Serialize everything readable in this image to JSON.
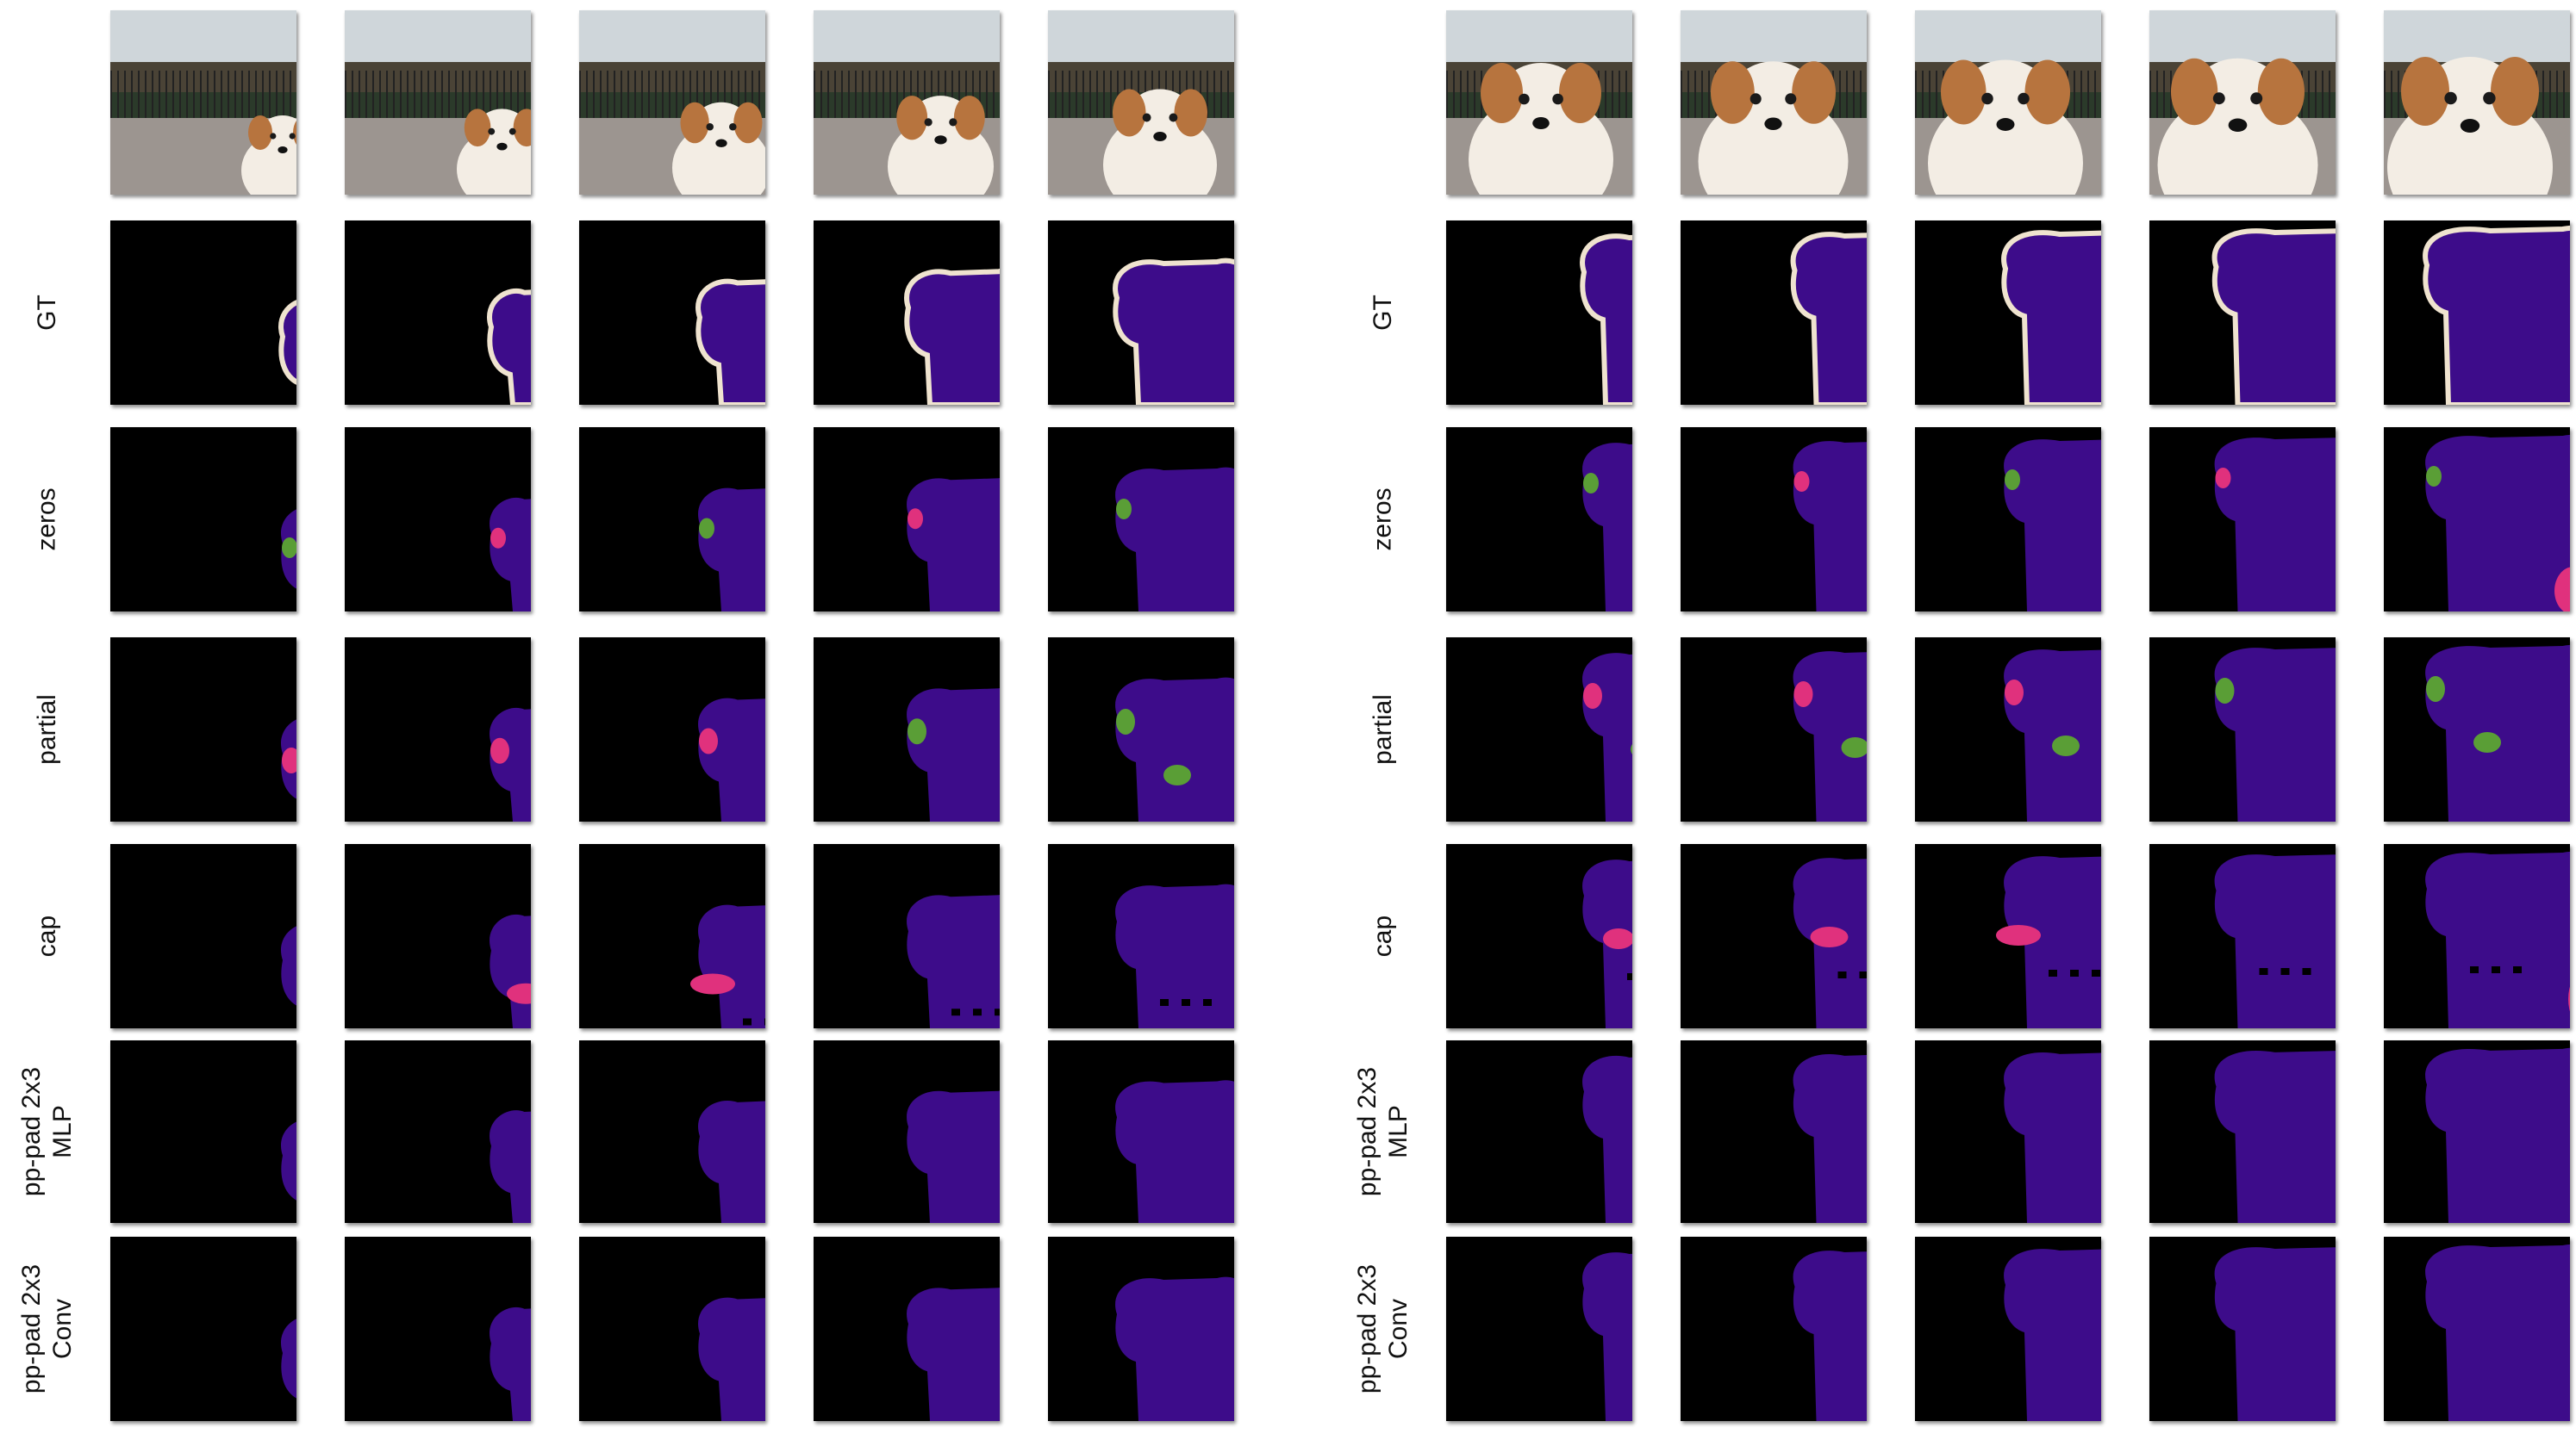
{
  "panels": [
    {
      "name": "left-sequence",
      "rows": [
        {
          "id": "input",
          "label": []
        },
        {
          "id": "gt",
          "label": [
            "GT"
          ]
        },
        {
          "id": "zeros",
          "label": [
            "zeros"
          ]
        },
        {
          "id": "partial",
          "label": [
            "partial"
          ]
        },
        {
          "id": "cap",
          "label": [
            "cap"
          ]
        },
        {
          "id": "pp-pad-mlp",
          "label": [
            "pp-pad 2x3",
            "MLP"
          ]
        },
        {
          "id": "pp-pad-conv",
          "label": [
            "pp-pad 2x3",
            "Conv"
          ]
        }
      ],
      "frames": 5
    },
    {
      "name": "right-sequence",
      "rows": [
        {
          "id": "input",
          "label": []
        },
        {
          "id": "gt",
          "label": [
            "GT"
          ]
        },
        {
          "id": "zeros",
          "label": [
            "zeros"
          ]
        },
        {
          "id": "partial",
          "label": [
            "partial"
          ]
        },
        {
          "id": "cap",
          "label": [
            "cap"
          ]
        },
        {
          "id": "pp-pad-mlp",
          "label": [
            "pp-pad 2x3",
            "MLP"
          ]
        },
        {
          "id": "pp-pad-conv",
          "label": [
            "pp-pad 2x3",
            "Conv"
          ]
        }
      ],
      "frames": 5
    }
  ],
  "colors": {
    "background": "#000000",
    "dog_class": "#3d0c8a",
    "boundary": "#efe3cf",
    "error_pink": "#e0317d",
    "error_green": "#5a9e36",
    "sky": "#cfd6da",
    "ground": "#9c9590",
    "fence": "#2b3a2a",
    "trees": "#4a4336",
    "dog_fur_light": "#f3ede4",
    "dog_fur_brown": "#b7743e"
  }
}
